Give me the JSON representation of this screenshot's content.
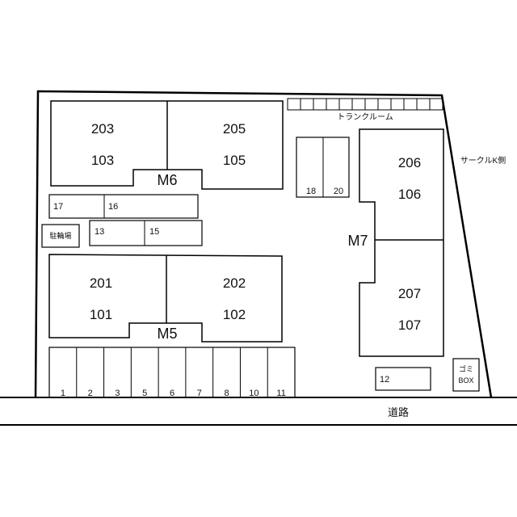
{
  "building_m6": {
    "name": "M6",
    "upper_left": "203",
    "lower_left": "103",
    "upper_right": "205",
    "lower_right": "105"
  },
  "building_m5": {
    "name": "M5",
    "upper_left": "201",
    "lower_left": "101",
    "upper_right": "202",
    "lower_right": "102"
  },
  "building_m7": {
    "name": "M7",
    "upper_top": "206",
    "lower_top": "106",
    "upper_bottom": "207",
    "lower_bottom": "107"
  },
  "labels": {
    "trunk_room": "トランクルーム",
    "circle_k": "サークルK側",
    "bicycle_parking": "駐輪場",
    "garbage_line1": "ゴミ",
    "garbage_line2": "BOX",
    "road": "道路"
  },
  "parking": {
    "bottom_row": [
      "1",
      "2",
      "3",
      "5",
      "6",
      "7",
      "8",
      "10",
      "11"
    ],
    "s17": "17",
    "s16": "16",
    "s13": "13",
    "s15": "15",
    "s18": "18",
    "s20": "20",
    "s12": "12"
  }
}
